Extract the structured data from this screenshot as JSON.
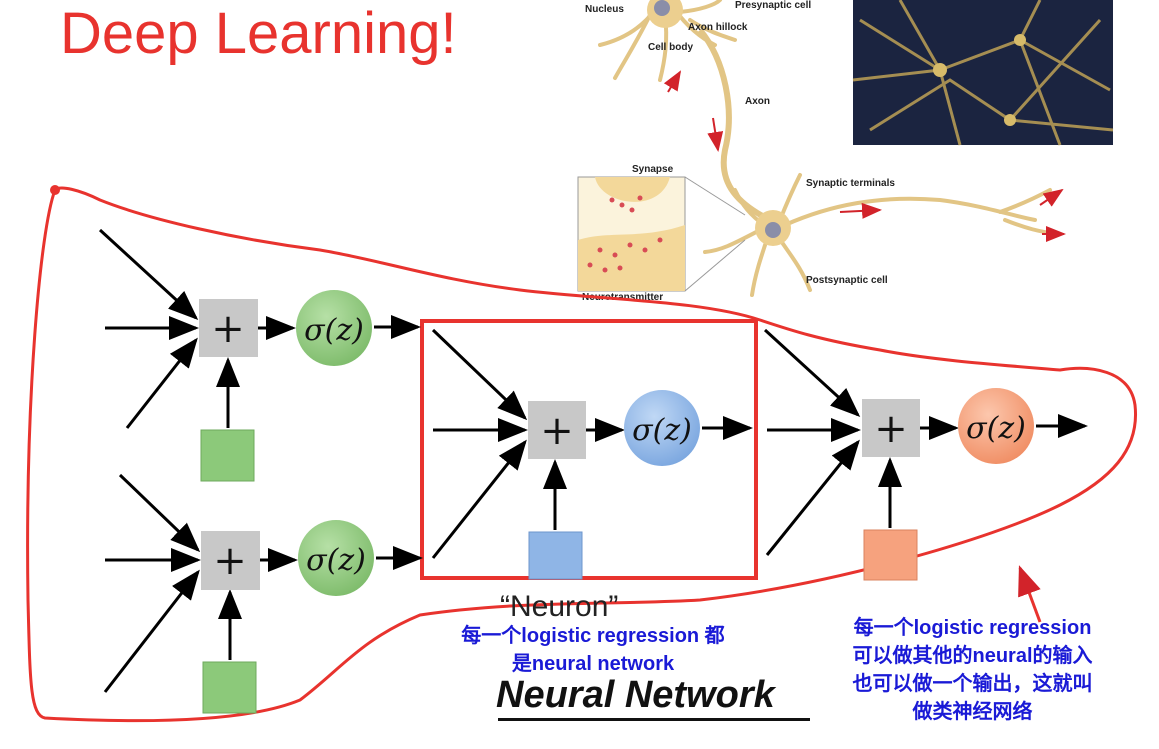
{
  "title": "Deep Learning!",
  "neuron_label": "“Neuron”",
  "network_title": "Neural Network",
  "note_left": [
    "每一个logistic regression 都",
    "是neural network"
  ],
  "note_right": [
    "每一个logistic regression",
    "可以做其他的neural的输入",
    "也可以做一个输出，这就叫",
    "做类神经网络"
  ],
  "sum_symbol": "+",
  "activation_symbol": "σ(z)",
  "bio_labels": {
    "nucleus": "Nucleus",
    "axon_hillock": "Axon hillock",
    "cell_body": "Cell body",
    "presynaptic": "Presynaptic cell",
    "axon": "Axon",
    "synapse": "Synapse",
    "synaptic_terminals": "Synaptic terminals",
    "postsynaptic": "Postsynaptic cell",
    "neurotransmitter": "Neurotransmitter"
  },
  "colors": {
    "title": "#e8332e",
    "outline": "#e8332e",
    "note": "#1a1ad6",
    "green": "#8cc97a",
    "blue": "#8fb5e6",
    "orange": "#f6a27e",
    "node_gray": "#c8c8c8"
  }
}
